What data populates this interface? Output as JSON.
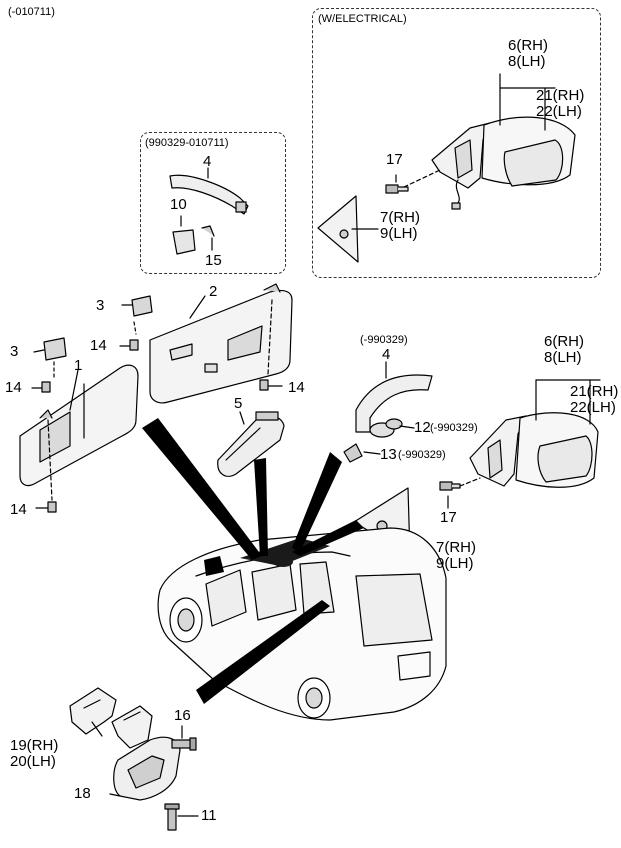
{
  "header": {
    "date_range": "(-010711)"
  },
  "boxes": {
    "electrical": "(W/ELECTRICAL)",
    "grab_handle_range": "(990329-010711)"
  },
  "labels": {
    "p1": "1",
    "p2": "2",
    "p3a": "3",
    "p3b": "3",
    "p4a": "4",
    "p4b": "4",
    "p5": "5",
    "p10": "10",
    "p11": "11",
    "p12": "12",
    "p12_date": "(-990329)",
    "p13": "13",
    "p13_date": "(-990329)",
    "p14a": "14",
    "p14b": "14",
    "p14c": "14",
    "p14d": "14",
    "p15": "15",
    "p16": "16",
    "p17a": "17",
    "p17b": "17",
    "p18": "18",
    "p4_date": "(-990329)",
    "p6_8_top": "6(RH)\n8(LH)",
    "p21_22_top": "21(RH)\n22(LH)",
    "p7_9_top": "7(RH)\n9(LH)",
    "p6_8_mid": "6(RH)\n8(LH)",
    "p21_22_mid": "21(RH)\n22(LH)",
    "p7_9_bot": "7(RH)\n9(LH)",
    "p19_20": "19(RH)\n20(LH)"
  }
}
